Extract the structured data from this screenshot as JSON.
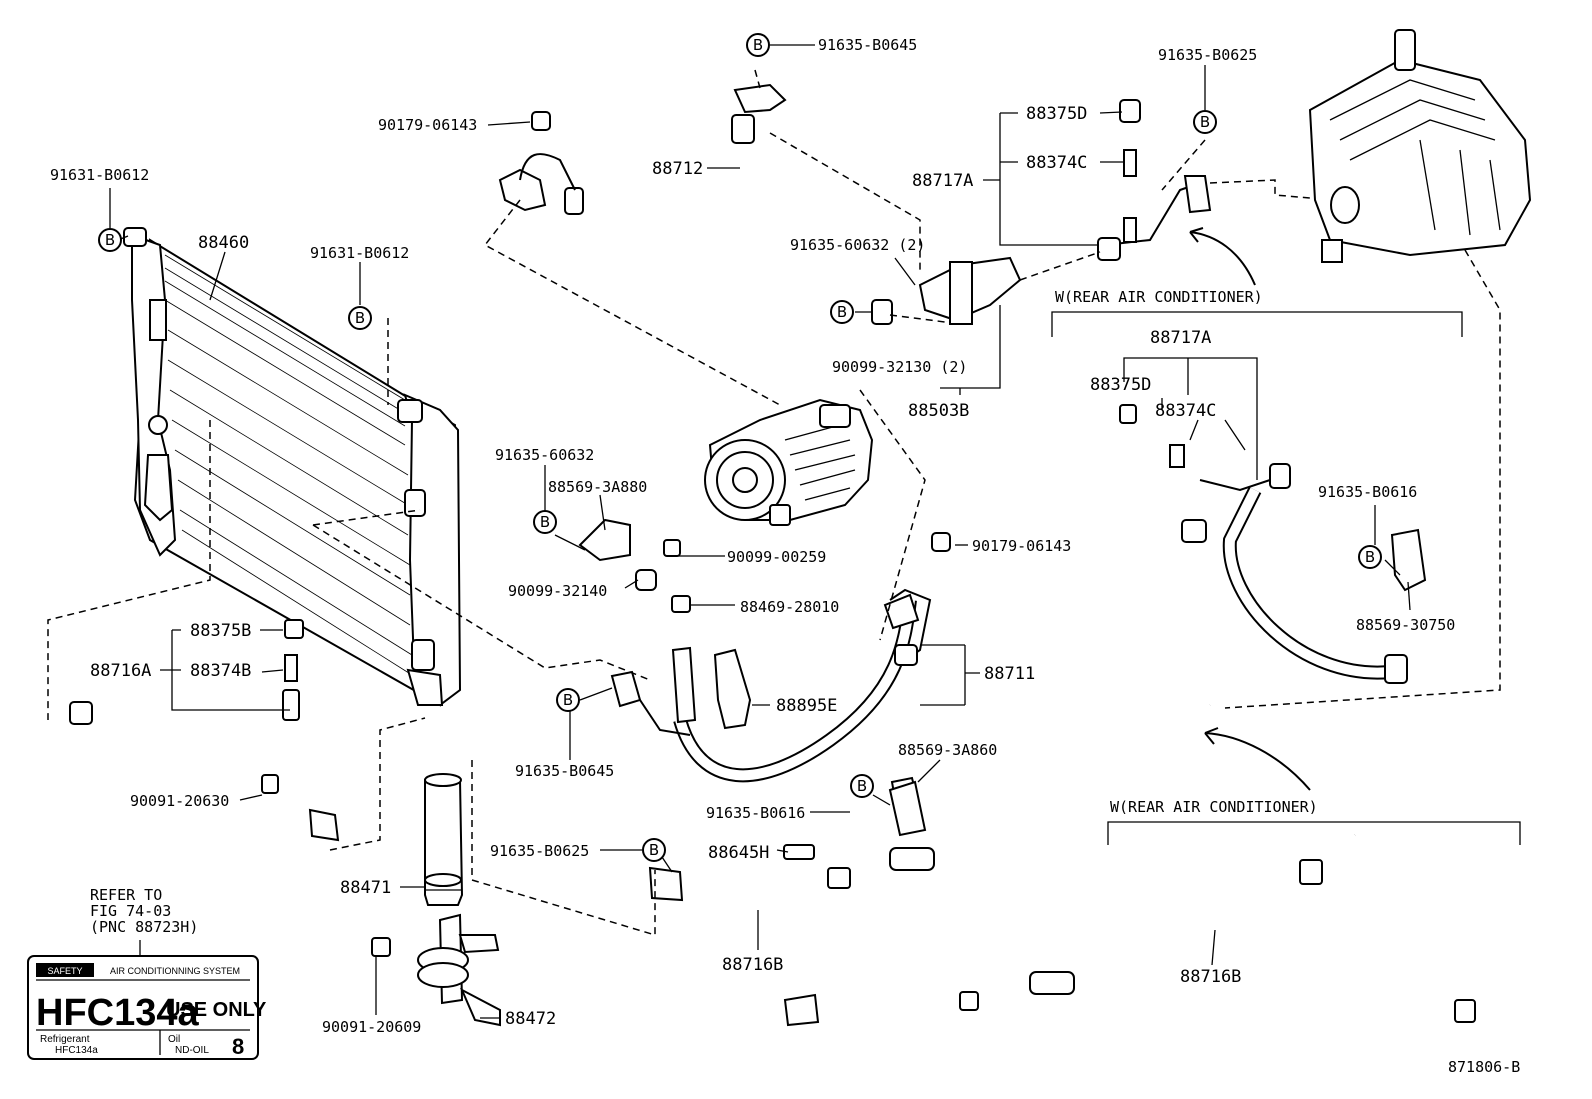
{
  "labels": {
    "p91635_B0645_top": "91635-B0645",
    "p90179_06143_top": "90179-06143",
    "p88712": "88712",
    "p91631_B0612_left": "91631-B0612",
    "p88460": "88460",
    "p91631_B0612_mid": "91631-B0612",
    "p91635_B0625_top": "91635-B0625",
    "p88375D_top": "88375D",
    "p88717A_top": "88717A",
    "p88374C_top": "88374C",
    "p91635_60632_2": "91635-60632 (2)",
    "p90099_32130_2": "90099-32130 (2)",
    "p88503B": "88503B",
    "rear_ac_1": "W(REAR AIR CONDITIONER)",
    "p88717A_right": "88717A",
    "p88375D_right": "88375D",
    "p88374C_right": "88374C",
    "p91635_B0616_right": "91635-B0616",
    "p88569_30750": "88569-30750",
    "p91635_60632": "91635-60632",
    "p88569_3A880": "88569-3A880",
    "p90099_00259": "90099-00259",
    "p90099_32140": "90099-32140",
    "p88469_28010": "88469-28010",
    "p90179_06143_mid": "90179-06143",
    "p88711": "88711",
    "p88895E": "88895E",
    "p91635_B0645_low": "91635-B0645",
    "p88375B": "88375B",
    "p88716A": "88716A",
    "p88374B": "88374B",
    "p90091_20630": "90091-20630",
    "p88569_3A860": "88569-3A860",
    "p91635_B0616_low": "91635-B0616",
    "p91635_B0625_low": "91635-B0625",
    "p88645H": "88645H",
    "p88716B_mid": "88716B",
    "rear_ac_2": "W(REAR AIR CONDITIONER)",
    "p88716B_right": "88716B",
    "p88471": "88471",
    "p88472": "88472",
    "p90091_20609": "90091-20609",
    "refer_line1": "REFER TO",
    "refer_line2": "FIG 74-03",
    "refer_line3": "(PNC 88723H)",
    "figure_number": "871806-B"
  },
  "bolt_marker": "B",
  "refrigerant_label": {
    "brand": "SAFETY",
    "system": "AIR CONDITIONNING SYSTEM",
    "gas": "HFC134a",
    "use_only": "USE ONLY",
    "refrigerant_caption": "Refrigerant",
    "refrigerant_value": "HFC134a",
    "oil_caption": "Oil",
    "oil_value": "ND-OIL",
    "oil_number": "8"
  }
}
